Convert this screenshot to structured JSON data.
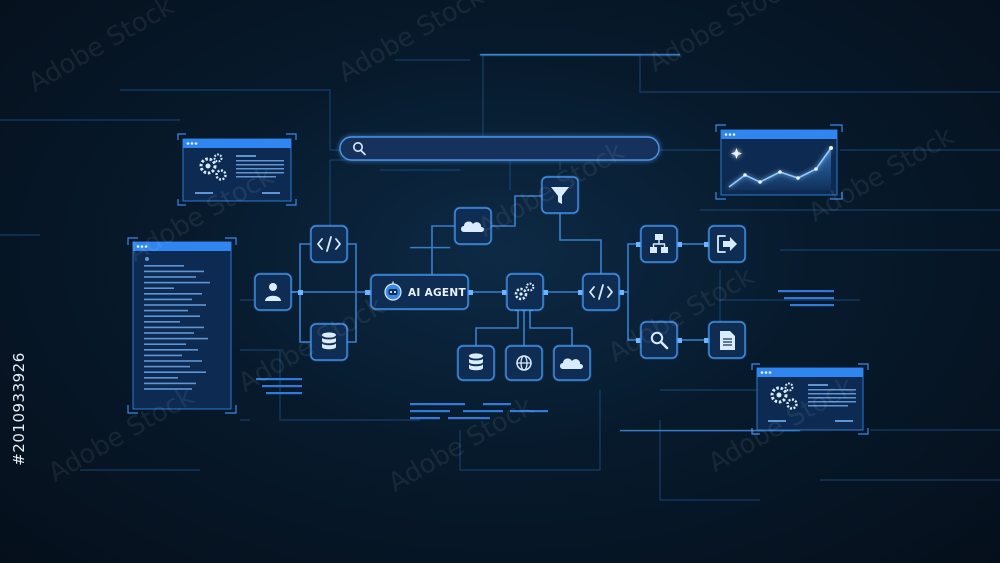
{
  "agent": {
    "label": "AI AGENT"
  },
  "watermark": {
    "text": "Adobe Stock"
  },
  "stock_id": {
    "text": "#2010933926"
  },
  "icons": {
    "user": "user-icon",
    "code": "code-icon",
    "database": "database-icon",
    "cloud": "cloud-icon",
    "funnel": "funnel-icon",
    "gears": "gears-icon",
    "globe": "globe-icon",
    "sitemap": "sitemap-icon",
    "exit": "exit-icon",
    "search": "search-icon",
    "document": "document-icon",
    "robot": "robot-icon"
  },
  "colors": {
    "background": "#071a2c",
    "node_fill": "#0f2d52",
    "node_stroke": "#3f8ee8",
    "wire": "#3a7fd0",
    "accent": "#2f86f0"
  }
}
